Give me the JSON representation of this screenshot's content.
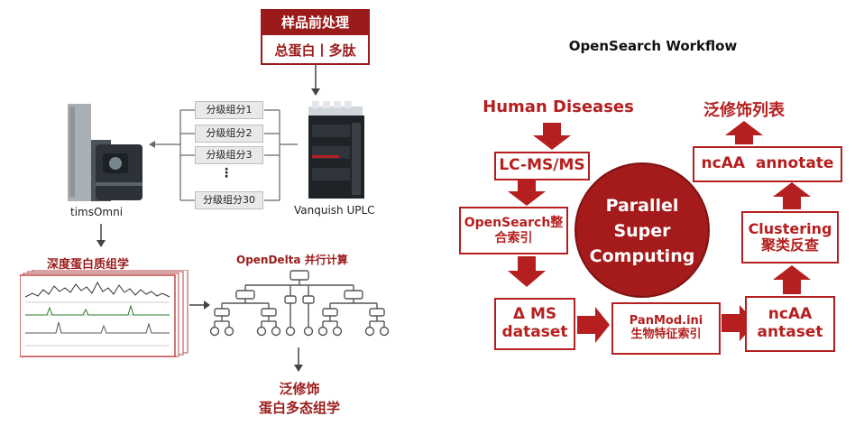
{
  "left": {
    "prep": {
      "title": "样品前处理",
      "subtitle": "总蛋白丨多肽"
    },
    "fractions": [
      "分级组分1",
      "分级组分2",
      "分级组分3",
      "⋮",
      "分级组分30"
    ],
    "instrument_left": "timsOmni",
    "instrument_right": "Vanquish UPLC",
    "proteomics_label": "深度蛋白质组学",
    "opendelta_label": "OpenDelta 并行计算",
    "result_line1": "泛修饰",
    "result_line2": "蛋白多态组学"
  },
  "right": {
    "title": "OpenSearch Workflow",
    "human_diseases": "Human Diseases",
    "lcmsms": "LC-MS/MS",
    "opensearch_index_l1": "OpenSearch整",
    "opensearch_index_l2": "合索引",
    "delta_ms_l1": "Δ MS",
    "delta_ms_l2": "dataset",
    "panmod_l1": "PanMod.ini",
    "panmod_l2": "生物特征索引",
    "ncaa_antaset_l1": "ncAA",
    "ncaa_antaset_l2": "antaset",
    "clustering_l1": "Clustering",
    "clustering_l2": "聚类反查",
    "ncaa_annotate": "ncAA  annotate",
    "list_label": "泛修饰列表",
    "center_l1": "Parallel",
    "center_l2": "Super",
    "center_l3": "Computing"
  },
  "colors": {
    "dark_red": "#9b1b1b",
    "red": "#b51f1f",
    "fraction_bg": "#e9e9e9"
  }
}
